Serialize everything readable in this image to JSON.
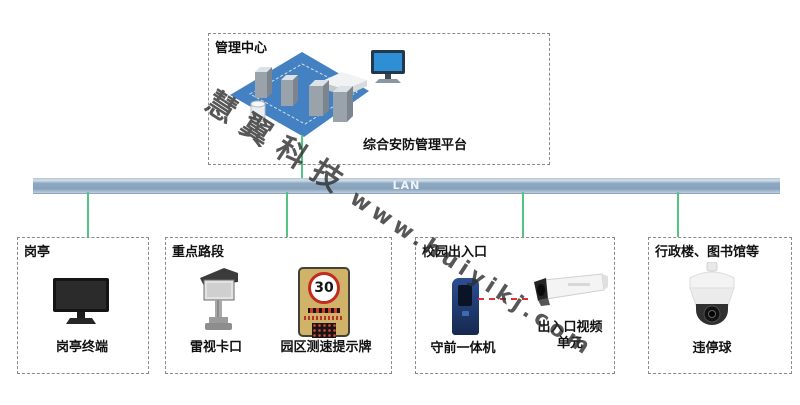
{
  "watermark": {
    "text_cjk": "慧翼科技",
    "text_url": "www.huiyikj.com"
  },
  "management_center": {
    "title": "管理中心",
    "platform_label": "综合安防管理平台"
  },
  "lan": {
    "label": "LAN"
  },
  "zones": {
    "guard_booth": {
      "title": "岗亭",
      "terminal_label": "岗亭终端"
    },
    "key_roads": {
      "title": "重点路段",
      "checkpoint_label": "雷视卡口",
      "speed_sign_label": "园区测速提示牌",
      "speed_limit": "30"
    },
    "campus_gate": {
      "title": "校园出入口",
      "gate_machine_label": "守前一体机",
      "video_unit_label": "出入口视频单元"
    },
    "admin_buildings": {
      "title": "行政楼、图书馆等",
      "ptz_label": "违停球"
    }
  },
  "colors": {
    "connector_green": "#52c582",
    "lan_bar_blue": "#8aa5c0",
    "platform_blue": "#4381c2",
    "sign_yellow": "#d0b269",
    "alarm_red": "#e03131",
    "pillar_navy": "#1e3a6e"
  }
}
